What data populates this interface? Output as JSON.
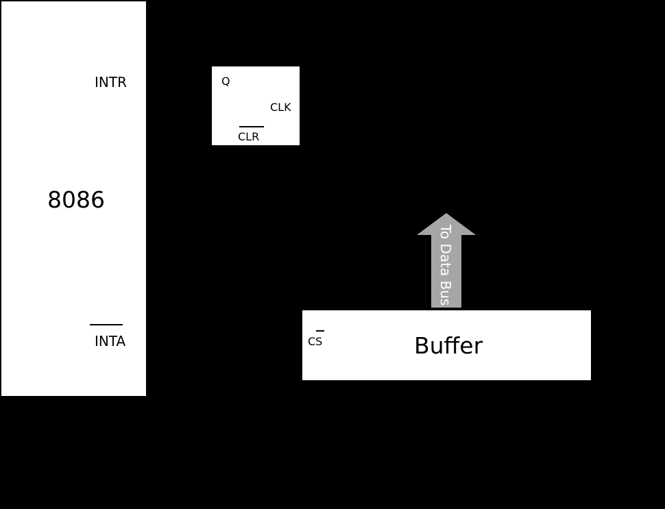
{
  "processor": {
    "name": "8086",
    "pin_intr": "INTR",
    "pin_inta": "INTA"
  },
  "flipflop": {
    "pin_q": "Q",
    "pin_clk": "CLK",
    "pin_clr": "CLR"
  },
  "buffer": {
    "name": "Buffer",
    "pin_cs": "CS"
  },
  "arrow": {
    "label": "To Data Bus",
    "color": "#a6a6a6"
  },
  "colors": {
    "background": "#000000",
    "block_fill": "#ffffff",
    "text": "#000000"
  }
}
